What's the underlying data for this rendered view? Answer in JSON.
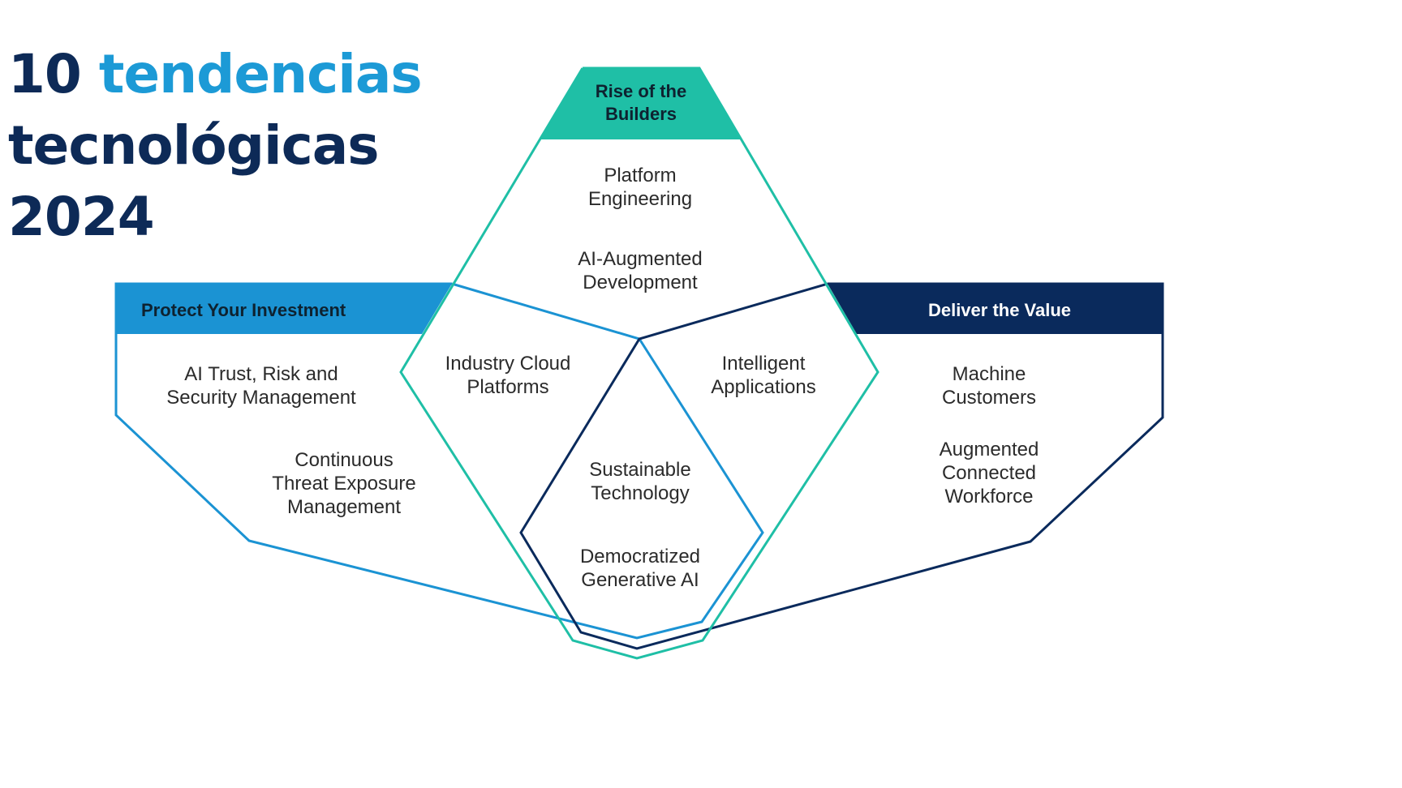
{
  "title": {
    "number": "10",
    "accent_word": "tendencias",
    "line2": "tecnológicas",
    "line3": "2024"
  },
  "colors": {
    "title_dark": "#0d2a57",
    "title_accent": "#1c9ad6",
    "teal": "#1fbfa6",
    "blue": "#1b93d3",
    "navy": "#0a2a5c"
  },
  "groups": {
    "builders": {
      "header_line1": "Rise of the",
      "header_line2": "Builders",
      "items": [
        {
          "line1": "Platform",
          "line2": "Engineering"
        },
        {
          "line1": "AI-Augmented",
          "line2": "Development"
        }
      ]
    },
    "protect": {
      "header": "Protect Your Investment",
      "items": [
        {
          "line1": "AI Trust, Risk and",
          "line2": "Security Management"
        },
        {
          "line1": "Continuous",
          "line2": "Threat Exposure",
          "line3": "Management"
        }
      ]
    },
    "deliver": {
      "header": "Deliver the Value",
      "items": [
        {
          "line1": "Machine",
          "line2": "Customers"
        },
        {
          "line1": "Augmented",
          "line2": "Connected",
          "line3": "Workforce"
        }
      ]
    }
  },
  "overlaps": {
    "builders_protect": {
      "line1": "Industry Cloud",
      "line2": "Platforms"
    },
    "builders_deliver": {
      "line1": "Intelligent",
      "line2": "Applications"
    },
    "center": [
      {
        "line1": "Sustainable",
        "line2": "Technology"
      },
      {
        "line1": "Democratized",
        "line2": "Generative AI"
      }
    ]
  }
}
